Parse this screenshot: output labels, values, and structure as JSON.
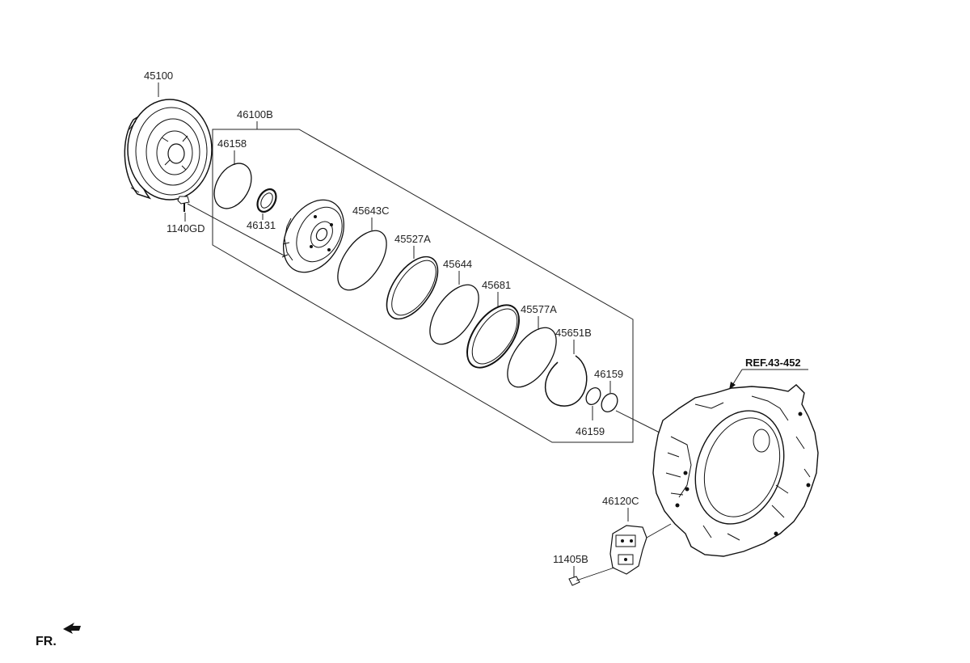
{
  "labels": {
    "torque_converter": "45100",
    "pump_assembly": "46100B",
    "o_ring_46158": "46158",
    "seal_46131": "46131",
    "bolt_1140gd": "1140GD",
    "ring_45643c": "45643C",
    "ring_45527a": "45527A",
    "ring_45644": "45644",
    "ring_45681": "45681",
    "ring_45577a": "45577A",
    "ring_45651b": "45651B",
    "o_ring_46159_top": "46159",
    "o_ring_46159_bottom": "46159",
    "ref_housing": "REF.43-452",
    "valve_46120c": "46120C",
    "bolt_11405b": "11405B",
    "front_marker": "FR."
  }
}
